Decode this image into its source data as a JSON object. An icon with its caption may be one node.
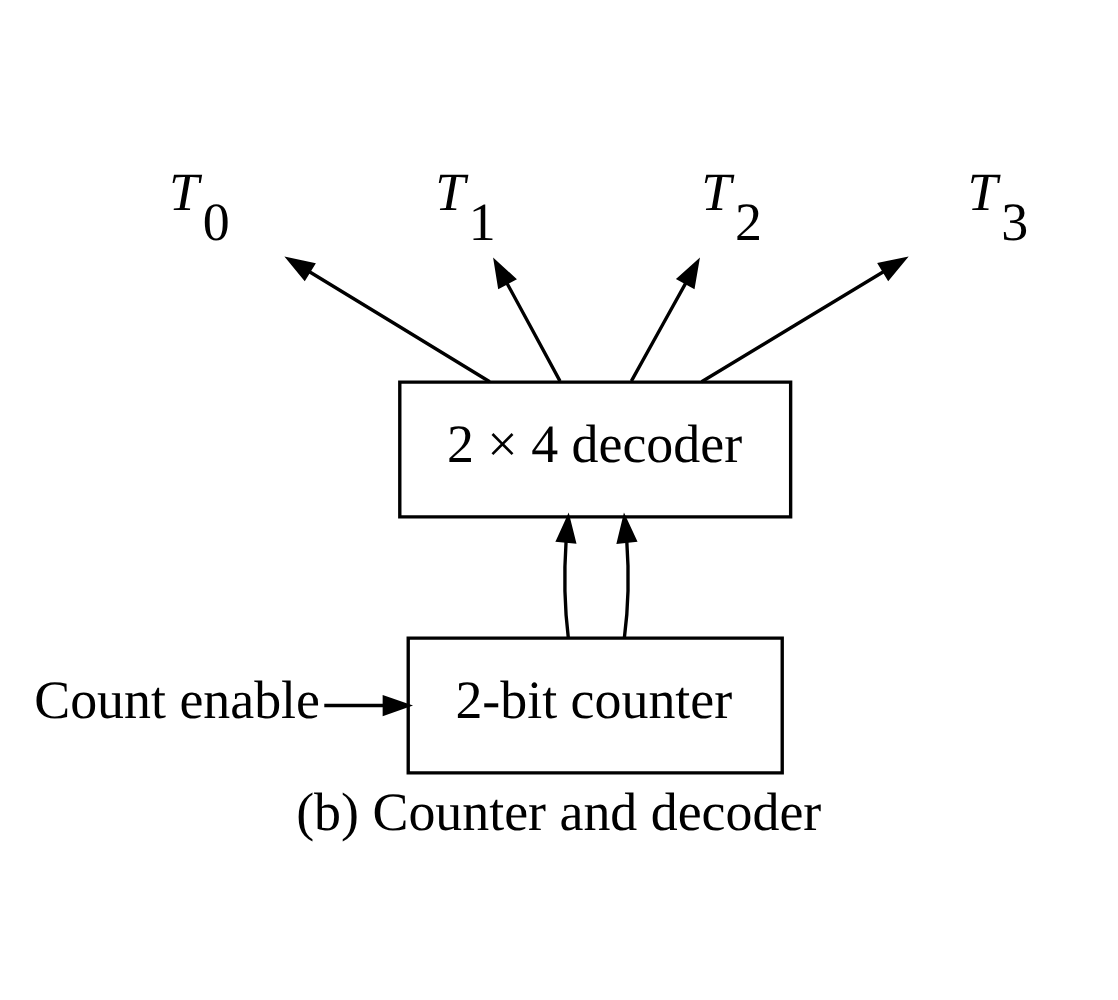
{
  "diagram": {
    "caption": "(b) Counter and decoder",
    "nodes": [
      {
        "text": [
          "*T*$_{0}$"
        ]
      },
      {
        "text": [
          "*T*$_{1}$"
        ]
      },
      {
        "text": [
          "*T*$_{2}$"
        ]
      },
      {
        "text": [
          "*T*$_{3}$"
        ]
      },
      {
        "text": [
          "2 × 4 decoder"
        ]
      },
      {
        "text": [
          "Count enable"
        ]
      },
      {
        "text": [
          "2-bit counter"
        ]
      }
    ],
    "edges": [
      {
        "from": 4,
        "to": 0,
        "arrow": "to"
      },
      {
        "from": 4,
        "to": 1,
        "arrow": "to"
      },
      {
        "from": 4,
        "to": 2,
        "arrow": "to"
      },
      {
        "from": 4,
        "to": 3,
        "arrow": "to"
      },
      {
        "from": 6,
        "to": 4,
        "arrow": "to"
      },
      {
        "from": 6,
        "to": 4,
        "arrow": "to"
      },
      {
        "from": 5,
        "to": 6,
        "arrow": "to"
      }
    ]
  }
}
